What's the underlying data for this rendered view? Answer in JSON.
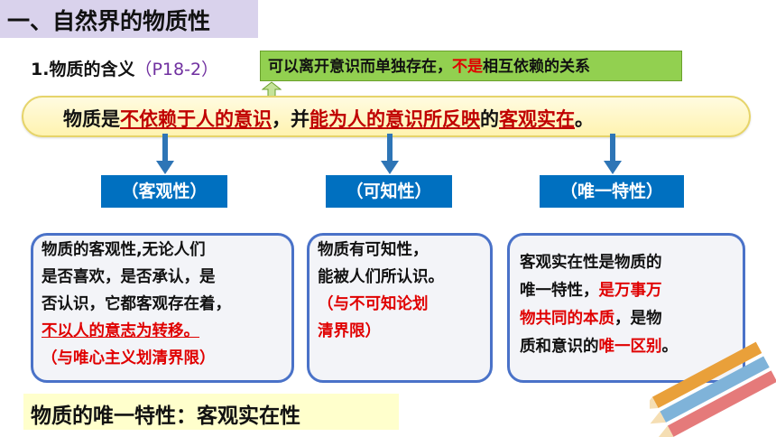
{
  "header": {
    "title": "一、自然界的物质性"
  },
  "subhead": {
    "label": "1.物质的含义",
    "ref": "（P18-2）"
  },
  "note": {
    "part1": "可以离开意识而单独存在，",
    "part2": "不是",
    "part3": "相互依赖的关系"
  },
  "definition": {
    "t1": "物质是",
    "t2": "不依赖于人的意识",
    "t3": "，并",
    "t4": "能为人的意识所反映",
    "t5": "的",
    "t6": "客观实在",
    "t7": "。"
  },
  "properties": [
    {
      "label": "（客观性）"
    },
    {
      "label": "（可知性）"
    },
    {
      "label": "（唯一特性）"
    }
  ],
  "cards": {
    "objective": {
      "line1": "物质的客观性,无论人们",
      "line2": "是否喜欢，是否承认，是",
      "line3": "否认识，它都客观存在着，",
      "line4": "不以人的意志为转移。",
      "line5": "（与唯心主义划清界限）"
    },
    "knowable": {
      "line1": "物质有可知性，",
      "line2": "能被人们所认识。",
      "line3": "（与不可知论划",
      "line4": "清界限）"
    },
    "unique": {
      "line1": "客观实在性是物质的",
      "line2a": "唯一特性，",
      "line2b": "是万事万",
      "line3a": "物共同的本质",
      "line3b": "，是物",
      "line4a": "质和意识的",
      "line4b": "唯一区别",
      "line4c": "。"
    }
  },
  "footer": {
    "text": "物质的唯一特性：客观实在性"
  },
  "colors": {
    "accent_blue": "#0070c0",
    "highlight_red": "#e00000",
    "note_green": "#92d050"
  }
}
